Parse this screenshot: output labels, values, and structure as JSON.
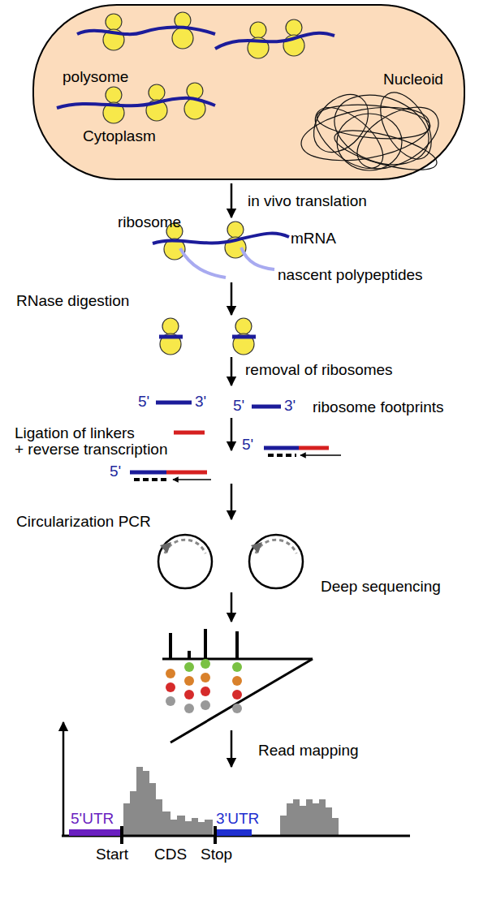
{
  "diagram": {
    "nodes": [
      {
        "text": [
          "polysome",
          "Nucleoid",
          "Cytoplasm"
        ]
      }
    ],
    "labels": [
      "in vivo translation",
      "ribosome",
      "mRNA",
      "nascent polypeptides",
      "RNase digestion",
      "removal of ribosomes",
      "5'",
      "3'",
      "5'",
      "3'",
      "ribosome footprints",
      "Ligation of linkers + reverse transcription",
      "5'",
      "5'",
      "Circularization PCR",
      "Deep sequencing",
      "Read mapping",
      "5'UTR",
      "3'UTR",
      "Start",
      "CDS",
      "Stop"
    ]
  }
}
